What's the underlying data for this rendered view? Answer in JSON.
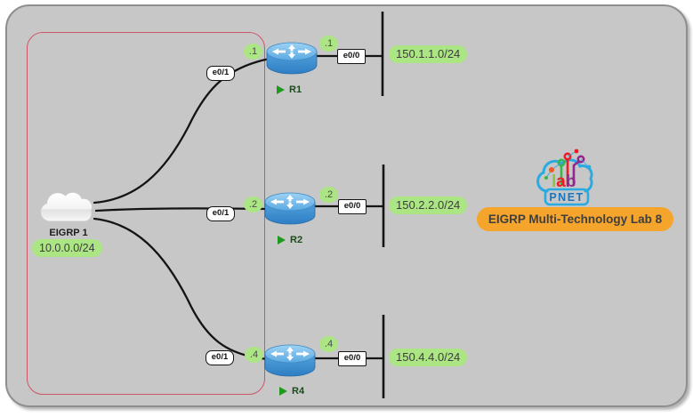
{
  "title_banner": "EIGRP Multi-Technology Lab 8",
  "cloud": {
    "label": "EIGRP 1",
    "network": "10.0.0.0/24"
  },
  "routers": [
    {
      "name": "R1",
      "wan_iface": "e0/1",
      "wan_octet": ".1",
      "lan_octet": ".1",
      "lan_iface": "e0/0",
      "lan_network": "150.1.1.0/24"
    },
    {
      "name": "R2",
      "wan_iface": "e0/1",
      "wan_octet": ".2",
      "lan_octet": ".2",
      "lan_iface": "e0/0",
      "lan_network": "150.2.2.0/24"
    },
    {
      "name": "R4",
      "wan_iface": "e0/1",
      "wan_octet": ".4",
      "lan_octet": ".4",
      "lan_iface": "e0/0",
      "lan_network": "150.4.4.0/24"
    }
  ],
  "logo": {
    "l": "l",
    "a": "a",
    "b": "b",
    "brand": "PNET"
  },
  "colors": {
    "canvas_bg": "#c7c7c7",
    "canvas_border": "#8e8e8e",
    "red_zone_border": "#cd5666",
    "pill_green": "#ace583",
    "banner_orange": "#f5a42c",
    "router_blue": "#3e8dcc",
    "link_black": "#141414",
    "logo_cyan": "#29abe2",
    "name_green": "#1e9a1e"
  }
}
